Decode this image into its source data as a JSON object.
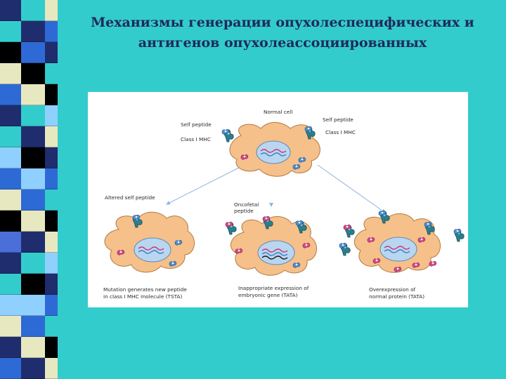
{
  "slide": {
    "title_line1": "Механизмы генерации опухолеспецифических и",
    "title_line2": "антигенов опухолеассоциированных"
  },
  "diagram": {
    "labels": {
      "normal_cell": "Normal cell",
      "self_peptide_left": "Self peptide",
      "class_mhc_left": "Class I MHC",
      "self_peptide_right": "Self peptide",
      "class_mhc_right": "Class I MHC",
      "altered_self_peptide": "Altered self peptide",
      "oncofetal_peptide_1": "Oncofetal",
      "oncofetal_peptide_2": "peptide",
      "caption_left_1": "Mutation generates new peptide",
      "caption_left_2": "in class I MHC molecule (TSTA)",
      "caption_mid_1": "Inappropriate expression of",
      "caption_mid_2": "embryonic gene (TATA)",
      "caption_right_1": "Overexpression of",
      "caption_right_2": "normal protein (TATA)"
    }
  },
  "colors": {
    "background": "#33cccc",
    "title": "#1f2a5a",
    "cell": "#f6c08a",
    "nucleus": "#b9d6f0",
    "mhc": "#2a7f8f",
    "peptide_pink": "#d24a8a",
    "peptide_blue": "#4a8fd2",
    "arrow": "#8fb4e0"
  }
}
